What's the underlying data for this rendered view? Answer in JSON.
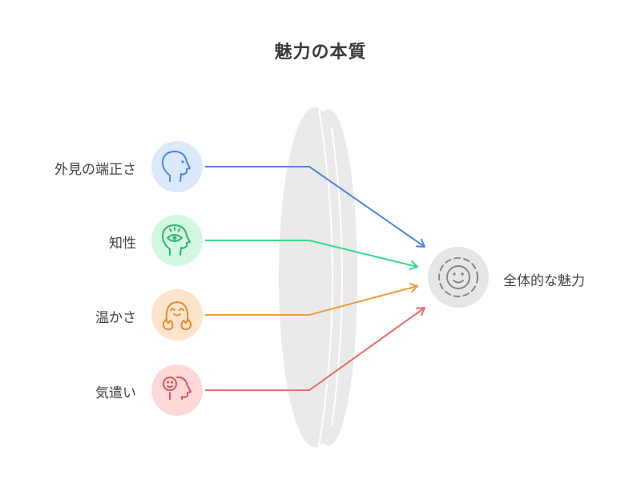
{
  "title": "魅力の本質",
  "inputs": [
    {
      "label": "外見の端正さ",
      "icon": "head-profile-icon",
      "color": "#4A86E8",
      "bg": "#DCE8FB"
    },
    {
      "label": "知性",
      "icon": "mind-eye-icon",
      "color": "#2DB56A",
      "bg": "#D2F7E2"
    },
    {
      "label": "温かさ",
      "icon": "hugging-face-icon",
      "color": "#E8892E",
      "bg": "#FDE4CC"
    },
    {
      "label": "気遣い",
      "icon": "caring-head-icon",
      "color": "#E25555",
      "bg": "#FDD8D8"
    }
  ],
  "lens": {
    "color": "#EAEAEA"
  },
  "output": {
    "label": "全体的な魅力",
    "icon": "smiley-aura-icon",
    "color": "#888888",
    "bg": "#E6E6E6"
  },
  "connector_colors": [
    "#4A86E8",
    "#3DD68C",
    "#F59A3E",
    "#EE6B6B"
  ]
}
